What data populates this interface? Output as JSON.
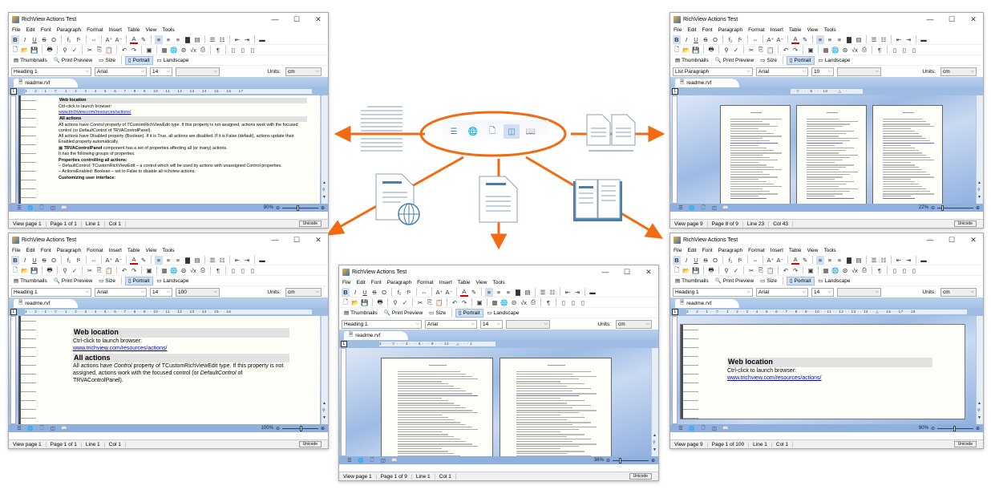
{
  "accent_color": "#f26a12",
  "icon_color": "#4a7fad",
  "app": {
    "title": "RichView Actions Test",
    "menu": [
      "File",
      "Edit",
      "Font",
      "Paragraph",
      "Format",
      "Insert",
      "Table",
      "View",
      "Tools"
    ],
    "format_toolbar": [
      {
        "name": "bold-icon",
        "glyph": "B"
      },
      {
        "name": "italic-icon",
        "glyph": "I"
      },
      {
        "name": "underline-icon",
        "glyph": "U"
      },
      {
        "name": "strikeout-icon",
        "glyph": "S"
      },
      {
        "name": "overline-icon",
        "glyph": "O"
      },
      {
        "name": "sep"
      },
      {
        "name": "subscript-icon",
        "glyph": "f₁"
      },
      {
        "name": "superscript-icon",
        "glyph": "f¹"
      },
      {
        "name": "sep"
      },
      {
        "name": "hyperlink-icon",
        "glyph": "⇔"
      },
      {
        "name": "sep"
      },
      {
        "name": "font-grow-icon",
        "glyph": "A⁺"
      },
      {
        "name": "font-shrink-icon",
        "glyph": "A⁻"
      },
      {
        "name": "sep"
      },
      {
        "name": "font-color-icon",
        "glyph": "A"
      },
      {
        "name": "highlight-icon",
        "glyph": "✎"
      },
      {
        "name": "sep"
      },
      {
        "name": "align-left-icon",
        "glyph": "≡"
      },
      {
        "name": "align-center-icon",
        "glyph": "≡"
      },
      {
        "name": "align-right-icon",
        "glyph": "≡"
      },
      {
        "name": "justify-icon",
        "glyph": "▇"
      },
      {
        "name": "distribute-icon",
        "glyph": "▤"
      },
      {
        "name": "sep"
      },
      {
        "name": "bullets-icon",
        "glyph": "☰"
      },
      {
        "name": "numbering-icon",
        "glyph": "☷"
      },
      {
        "name": "sep"
      },
      {
        "name": "indent-decrease-icon",
        "glyph": "⇤"
      },
      {
        "name": "indent-increase-icon",
        "glyph": "⇥"
      },
      {
        "name": "sep"
      },
      {
        "name": "paragraph-color-icon",
        "glyph": "▬"
      }
    ],
    "standard_toolbar": [
      {
        "name": "new-icon",
        "glyph": "🗋"
      },
      {
        "name": "open-icon",
        "glyph": "📂"
      },
      {
        "name": "save-icon",
        "glyph": "💾"
      },
      {
        "name": "sep"
      },
      {
        "name": "print-icon",
        "glyph": "🖶"
      },
      {
        "name": "sep"
      },
      {
        "name": "find-icon",
        "glyph": "⚲"
      },
      {
        "name": "spell-check-icon",
        "glyph": "✓"
      },
      {
        "name": "sep"
      },
      {
        "name": "cut-icon",
        "glyph": "✂"
      },
      {
        "name": "copy-icon",
        "glyph": "⎘"
      },
      {
        "name": "paste-icon",
        "glyph": "📋"
      },
      {
        "name": "sep"
      },
      {
        "name": "undo-icon",
        "glyph": "↶"
      },
      {
        "name": "redo-icon",
        "glyph": "↷"
      },
      {
        "name": "sep"
      },
      {
        "name": "insert-picture-icon",
        "glyph": "▣"
      },
      {
        "name": "sep"
      },
      {
        "name": "insert-table-icon",
        "glyph": "▦"
      },
      {
        "name": "insert-hyperlink-icon",
        "glyph": "🌐"
      },
      {
        "name": "insert-symbol-icon",
        "glyph": "Θ"
      },
      {
        "name": "insert-equation-icon",
        "glyph": "√x"
      },
      {
        "name": "page-break-icon",
        "glyph": "⎙"
      },
      {
        "name": "sep"
      },
      {
        "name": "show-special-chars-icon",
        "glyph": "¶"
      },
      {
        "name": "sep"
      },
      {
        "name": "page-setup-icon",
        "glyph": "▯"
      },
      {
        "name": "header-icon",
        "glyph": "▯"
      },
      {
        "name": "footer-icon",
        "glyph": "▯"
      }
    ],
    "view_toolbar": {
      "thumbnails": "Thumbnails",
      "print_preview": "Print Preview",
      "size": "Size",
      "portrait": "Portrait",
      "landscape": "Landscape"
    },
    "units_label": "Units:",
    "tab_label": "readme.rvf",
    "view_modes": [
      "normal-view-icon",
      "web-view-icon",
      "draft-view-icon",
      "print-layout-icon",
      "book-view-icon"
    ]
  },
  "document": {
    "heading1": "Web location",
    "line1": "Ctrl-click to launch browser:",
    "link": "www.trichview.com/resources/actions/",
    "heading2": "All actions",
    "para1_a": "All actions have ",
    "para1_b": "Control",
    "para1_c": " property of TCustomRichViewEdit type. If this property is not assigned, actions work with the focused control (or ",
    "para1_d": "DefaultControl",
    "para1_e": " of TRVAControlPanel).",
    "para2": "All actions have Disabled property (Boolean). If it is True, all actions are disabled. If it is False (default), actions update their Enabled property automatically.",
    "para3_a": "TRVAControlPanel",
    "para3_b": " component has a set of properties affecting all (or many) actions.",
    "para4": "It has the following groups of properties.",
    "para5": "Properties controlling all actions:",
    "item1": "–   DefaultControl: TCustomRichViewEdit – a control which will be used by actions with unassigned Control properties.",
    "item2": "–   ActionsEnabled: Boolean – set to False to disable all richview actions.",
    "para6": "Customizing user interface:"
  },
  "windows": [
    {
      "id": "normal",
      "style": "Heading 1",
      "font": "Arial",
      "size": "14",
      "extra": "",
      "units": "cm",
      "ruler": "3 · · 2 · · 1 · · ▽ · · 1 · · 2 · · 3 · · 4 · · 5 · · 6 · · 7 · · 8 · · 9 · · 10 · · 11 · · 12 · · 13 · · 14 · · 15 · · 16 · · 17",
      "status": [
        "View page 1",
        "Page 1 of 1",
        "Line 1",
        "Col 1"
      ],
      "zoom": "80%",
      "zoom_value": 80,
      "kbd": "Unicode",
      "view": "normal"
    },
    {
      "id": "thumbnails",
      "style": "List Paragraph",
      "font": "Arial",
      "size": "10",
      "extra": "",
      "units": "cm",
      "ruler": "· · ▽ · · · 5 · · · 10 · · · △ · ·",
      "status": [
        "View page 9",
        "Page 8 of 9",
        "Line 23",
        "Col 43"
      ],
      "zoom": "22%",
      "zoom_value": 22,
      "kbd": "Unicode",
      "view": "pages3"
    },
    {
      "id": "web",
      "style": "Heading 1",
      "font": "Arial",
      "size": "14",
      "extra": "100",
      "units": "cm",
      "ruler": "3 · · 2 · · 1 · · ▽ · · 1 · · 2 · · 3 · · 4 · · 5 · · 6 · · 7 · · 8 · · 9 · · 10 · · 11 · · 12 · · 13 · · 14 · · 15 · · 16",
      "status": [
        "View page 1",
        "Page 1 of 1",
        "Line 1",
        "Col 1"
      ],
      "zoom": "100%",
      "zoom_value": 100,
      "kbd": "Unicode",
      "view": "web"
    },
    {
      "id": "two-pages",
      "style": "Heading 1",
      "font": "Arial",
      "size": "14",
      "extra": "",
      "units": "cm",
      "ruler": "3 · · · ▽ · · · 3 · · · 6 · · · 9 · · · 12 · · △ · · · 1",
      "status": [
        "View page 1",
        "Page 1 of 9",
        "Line 1",
        "Col 1"
      ],
      "zoom": "36%",
      "zoom_value": 36,
      "kbd": "Unicode",
      "view": "pages2"
    },
    {
      "id": "landscape",
      "style": "Heading 1",
      "font": "Arial",
      "size": "14",
      "extra": "",
      "units": "cm",
      "ruler": "3 · · 2 · · 1 · · ▽ · · 1 · · 2 · · 3 · · 4 · · 5 · · 6 · · 7 · · 8 · · 9 · · 10 · · 11 · · 12 · · 13 · · 14 · · △ · · 16 · · 17 · · 18",
      "status": [
        "View page 9",
        "Page 1 of 100",
        "Line 1",
        "Col 1"
      ],
      "zoom": "90%",
      "zoom_value": 90,
      "kbd": "Unicode",
      "view": "landscape"
    }
  ],
  "center_toolbar": [
    "normal-view-icon",
    "web-view-icon",
    "draft-view-icon",
    "print-layout-icon",
    "book-view-icon"
  ]
}
